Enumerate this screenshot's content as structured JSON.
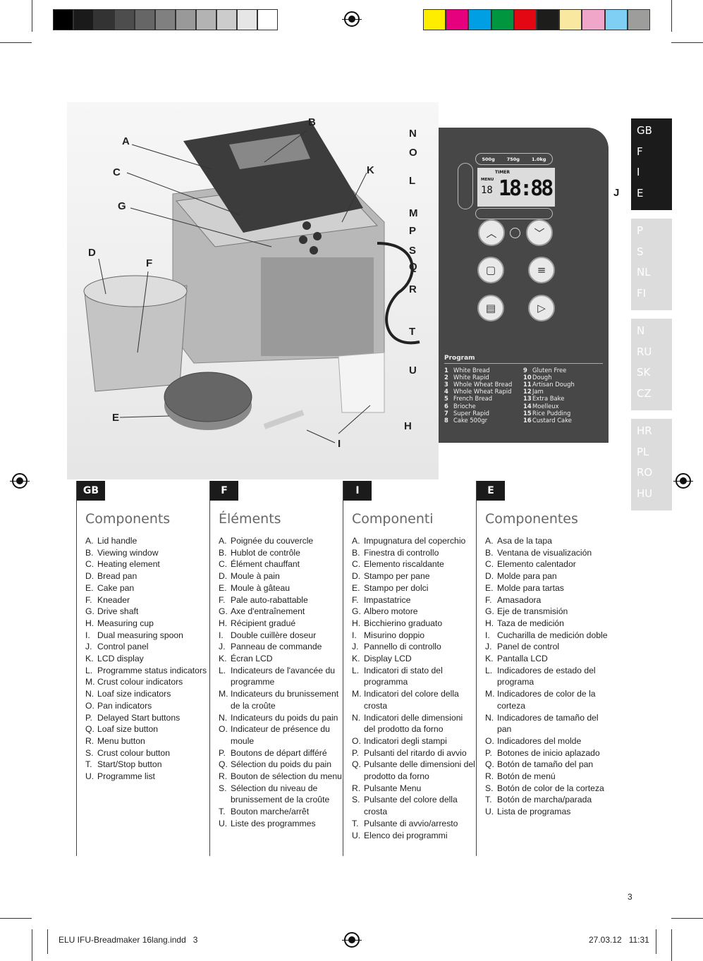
{
  "print_marks": {
    "grays": [
      "#000000",
      "#1a1a1a",
      "#333333",
      "#4d4d4d",
      "#666666",
      "#808080",
      "#999999",
      "#b3b3b3",
      "#cccccc",
      "#e6e6e6",
      "#ffffff"
    ],
    "colors": [
      "#ffed00",
      "#e6007e",
      "#009fe3",
      "#009640",
      "#e30613",
      "#1d1d1b",
      "#f9e8a0",
      "#f0a6c8",
      "#7fcff4",
      "#9d9d9c"
    ]
  },
  "lang_tabs": [
    [
      "GB",
      "F",
      "I",
      "E"
    ],
    [
      "P",
      "S",
      "NL",
      "FI"
    ],
    [
      "N",
      "RU",
      "SK",
      "CZ"
    ],
    [
      "HR",
      "PL",
      "RO",
      "HU"
    ]
  ],
  "illustration": {
    "labels": {
      "A": "A",
      "B": "B",
      "C": "C",
      "D": "D",
      "E": "E",
      "F": "F",
      "G": "G",
      "H": "H",
      "I": "I",
      "J": "J",
      "K": "K",
      "L": "L",
      "M": "M",
      "N": "N",
      "O": "O",
      "P": "P",
      "Q": "Q",
      "R": "R",
      "S": "S",
      "T": "T",
      "U": "U"
    },
    "panel": {
      "weights": [
        "500g",
        "750g",
        "1.0kg"
      ],
      "timer": "TIMER",
      "menu": "MENU",
      "menu_num": "18",
      "time": "18:88",
      "program_title": "Program",
      "programs": [
        [
          "1",
          "White Bread"
        ],
        [
          "2",
          "White Rapid"
        ],
        [
          "3",
          "Whole Wheat Bread"
        ],
        [
          "4",
          "Whole Wheat Rapid"
        ],
        [
          "5",
          "French Bread"
        ],
        [
          "6",
          "Brioche"
        ],
        [
          "7",
          "Super Rapid"
        ],
        [
          "8",
          "Cake 500gr"
        ],
        [
          "9",
          "Gluten Free"
        ],
        [
          "10",
          "Dough"
        ],
        [
          "11",
          "Artisan Dough"
        ],
        [
          "12",
          "Jam"
        ],
        [
          "13",
          "Extra Bake"
        ],
        [
          "14",
          "Moelleux"
        ],
        [
          "15",
          "Rice Pudding"
        ],
        [
          "16",
          "Custard Cake"
        ]
      ]
    }
  },
  "columns": [
    {
      "tag": "GB",
      "title": "Components",
      "items": [
        [
          "A.",
          "Lid handle"
        ],
        [
          "B.",
          "Viewing window"
        ],
        [
          "C.",
          "Heating element"
        ],
        [
          "D.",
          "Bread pan"
        ],
        [
          "E.",
          "Cake pan"
        ],
        [
          "F.",
          "Kneader"
        ],
        [
          "G.",
          "Drive shaft"
        ],
        [
          "H.",
          "Measuring cup"
        ],
        [
          "I.",
          "Dual measuring spoon"
        ],
        [
          "J.",
          "Control panel"
        ],
        [
          "K.",
          "LCD display"
        ],
        [
          "L.",
          "Programme status indicators"
        ],
        [
          "M.",
          "Crust colour indicators"
        ],
        [
          "N.",
          "Loaf size indicators"
        ],
        [
          "O.",
          "Pan indicators"
        ],
        [
          "P.",
          "Delayed Start buttons"
        ],
        [
          "Q.",
          "Loaf size button"
        ],
        [
          "R.",
          "Menu button"
        ],
        [
          "S.",
          "Crust colour button"
        ],
        [
          "T.",
          "Start/Stop button"
        ],
        [
          "U.",
          "Programme list"
        ]
      ]
    },
    {
      "tag": "F",
      "title": "Éléments",
      "items": [
        [
          "A.",
          "Poignée du couvercle"
        ],
        [
          "B.",
          "Hublot de contrôle"
        ],
        [
          "C.",
          "Élément chauffant"
        ],
        [
          "D.",
          "Moule à pain"
        ],
        [
          "E.",
          "Moule à gâteau"
        ],
        [
          "F.",
          "Pale auto-rabattable"
        ],
        [
          "G.",
          "Axe d'entraînement"
        ],
        [
          "H.",
          "Récipient gradué"
        ],
        [
          "I.",
          "Double cuillère doseur"
        ],
        [
          "J.",
          "Panneau de commande"
        ],
        [
          "K.",
          "Écran LCD"
        ],
        [
          "L.",
          "Indicateurs de l'avancée du programme"
        ],
        [
          "M.",
          "Indicateurs du brunissement de la croûte"
        ],
        [
          "N.",
          "Indicateurs du poids du pain"
        ],
        [
          "O.",
          "Indicateur de présence du moule"
        ],
        [
          "P.",
          "Boutons de départ différé"
        ],
        [
          "Q.",
          "Sélection du poids du pain"
        ],
        [
          "R.",
          "Bouton de sélection du menu"
        ],
        [
          "S.",
          "Sélection du niveau de brunissement de la croûte"
        ],
        [
          "T.",
          "Bouton marche/arrêt"
        ],
        [
          "U.",
          "Liste des programmes"
        ]
      ]
    },
    {
      "tag": "I",
      "title": "Componenti",
      "items": [
        [
          "A.",
          "Impugnatura del coperchio"
        ],
        [
          "B.",
          "Finestra di controllo"
        ],
        [
          "C.",
          "Elemento riscaldante"
        ],
        [
          "D.",
          "Stampo per pane"
        ],
        [
          "E.",
          "Stampo per dolci"
        ],
        [
          "F.",
          "Impastatrice"
        ],
        [
          "G.",
          "Albero motore"
        ],
        [
          "H.",
          "Bicchierino graduato"
        ],
        [
          "I.",
          "Misurino doppio"
        ],
        [
          "J.",
          "Pannello di controllo"
        ],
        [
          "K.",
          "Display LCD"
        ],
        [
          "L.",
          "Indicatori di stato del programma"
        ],
        [
          "M.",
          "Indicatori del colore della crosta"
        ],
        [
          "N.",
          "Indicatori delle dimensioni del prodotto da forno"
        ],
        [
          "O.",
          "Indicatori degli stampi"
        ],
        [
          "P.",
          "Pulsanti del ritardo di avvio"
        ],
        [
          "Q.",
          "Pulsante delle dimensioni del prodotto da forno"
        ],
        [
          "R.",
          "Pulsante Menu"
        ],
        [
          "S.",
          "Pulsante del colore della crosta"
        ],
        [
          "T.",
          "Pulsante di avvio/arresto"
        ],
        [
          "U.",
          "Elenco dei programmi"
        ]
      ]
    },
    {
      "tag": "E",
      "title": "Componentes",
      "items": [
        [
          "A.",
          "Asa de la tapa"
        ],
        [
          "B.",
          "Ventana de visualización"
        ],
        [
          "C.",
          "Elemento calentador"
        ],
        [
          "D.",
          "Molde para pan"
        ],
        [
          "E.",
          "Molde para tartas"
        ],
        [
          "F.",
          "Amasadora"
        ],
        [
          "G.",
          "Eje de transmisión"
        ],
        [
          "H.",
          "Taza de medición"
        ],
        [
          "I.",
          "Cucharilla de medición doble"
        ],
        [
          "J.",
          "Panel de control"
        ],
        [
          "K.",
          "Pantalla LCD"
        ],
        [
          "L.",
          "Indicadores de estado del programa"
        ],
        [
          "M.",
          "Indicadores de color de la corteza"
        ],
        [
          "N.",
          "Indicadores de tamaño del pan"
        ],
        [
          "O.",
          "Indicadores del molde"
        ],
        [
          "P.",
          "Botones de inicio aplazado"
        ],
        [
          "Q.",
          "Botón de tamaño del pan"
        ],
        [
          "R.",
          "Botón de menú"
        ],
        [
          "S.",
          "Botón de color de la corteza"
        ],
        [
          "T.",
          "Botón de marcha/parada"
        ],
        [
          "U.",
          "Lista de programas"
        ]
      ]
    }
  ],
  "page_number": "3",
  "footer": {
    "file": "ELU IFU-Breadmaker 16lang.indd   3",
    "date": "27.03.12   11:31"
  }
}
